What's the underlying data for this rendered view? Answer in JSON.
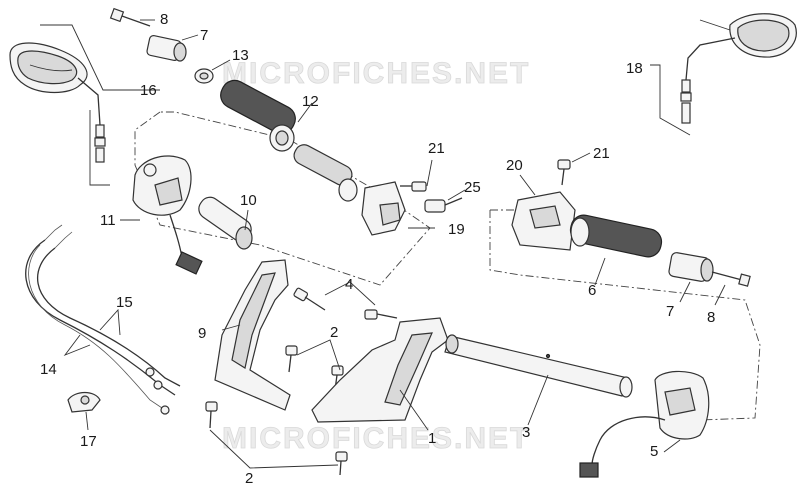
{
  "watermark": {
    "top": "MICROFICHES.NET",
    "bottom": "MICROFICHES.NET"
  },
  "callouts": {
    "c1": "1",
    "c2a": "2",
    "c2b": "2",
    "c3": "3",
    "c4": "4",
    "c5": "5",
    "c6": "6",
    "c7a": "7",
    "c7b": "7",
    "c8a": "8",
    "c8b": "8",
    "c9": "9",
    "c10": "10",
    "c11": "11",
    "c12": "12",
    "c13": "13",
    "c14": "14",
    "c15": "15",
    "c16": "16",
    "c17": "17",
    "c18": "18",
    "c19": "19",
    "c20": "20",
    "c21a": "21",
    "c21b": "21",
    "c25": "25"
  }
}
